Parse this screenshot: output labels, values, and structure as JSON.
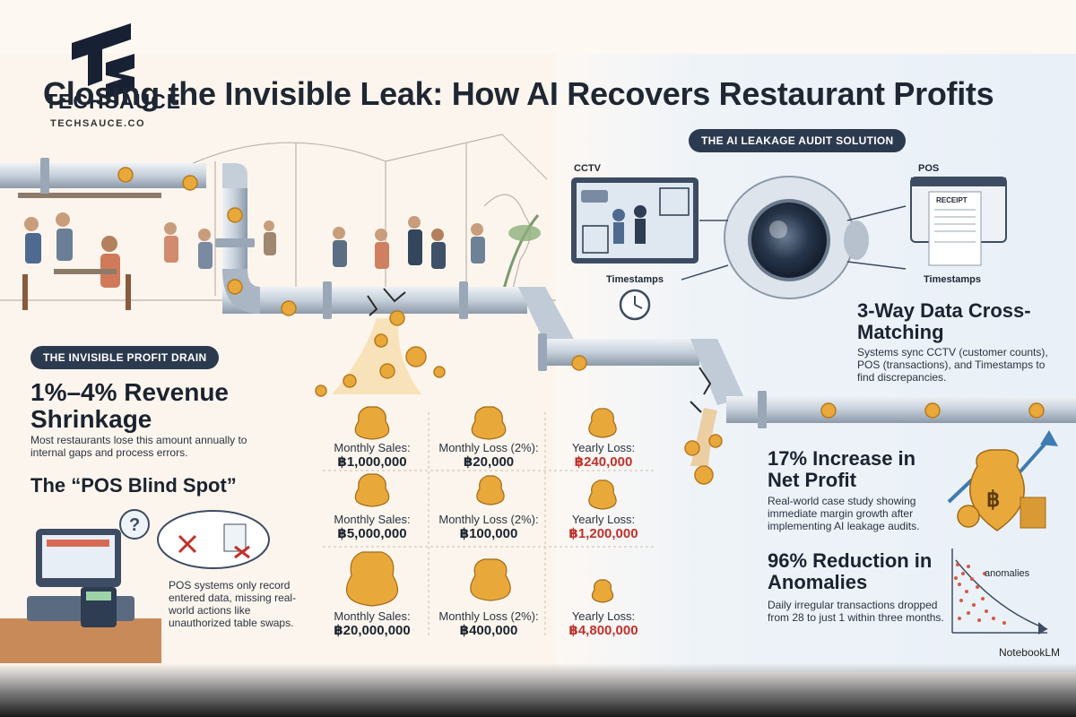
{
  "logo": {
    "word": "TECHSAUCE",
    "url": "TECHSAUCE.CO"
  },
  "title": "Closing the Invisible Leak: How AI Recovers Restaurant Profits",
  "left": {
    "badge": "THE INVISIBLE PROFIT DRAIN",
    "shrinkage_title": "1%–4% Revenue Shrinkage",
    "shrinkage_body": "Most restaurants lose this amount annually to internal gaps and process errors.",
    "blind_title": "The “POS Blind Spot”",
    "blind_body": "POS systems only record entered data, missing real-world actions like unauthorized table swaps."
  },
  "table": {
    "rows": [
      {
        "sales_label": "Monthly Sales:",
        "sales": "฿1,000,000",
        "loss_label": "Monthly Loss (2%):",
        "loss": "฿20,000",
        "yearly_label": "Yearly Loss:",
        "yearly": "฿240,000"
      },
      {
        "sales_label": "Monthly Sales:",
        "sales": "฿5,000,000",
        "loss_label": "Monthly Loss (2%):",
        "loss": "฿100,000",
        "yearly_label": "Yearly Loss:",
        "yearly": "฿1,200,000"
      },
      {
        "sales_label": "Monthly Sales:",
        "sales": "฿20,000,000",
        "loss_label": "Monthly Loss (2%):",
        "loss": "฿400,000",
        "yearly_label": "Yearly Loss:",
        "yearly": "฿4,800,000"
      }
    ]
  },
  "right": {
    "badge": "THE AI LEAKAGE AUDIT SOLUTION",
    "cctv_label": "CCTV",
    "pos_label": "POS",
    "receipt_label": "RECEIPT",
    "timestamps_left": "Timestamps",
    "timestamps_right": "Timestamps",
    "matching_title": "3-Way Data Cross-Matching",
    "matching_body": "Systems sync CCTV (customer counts), POS (transactions), and Timestamps to find discrepancies.",
    "profit_title": "17% Increase in Net Profit",
    "profit_body": "Real-world case study showing immediate margin growth after implementing AI leakage audits.",
    "anomaly_title": "96% Reduction in Anomalies",
    "anomaly_body": "Daily irregular transactions dropped from 28 to just 1 within three months.",
    "anomalies_label": "anomalies"
  },
  "credit": "NotebookLM",
  "colors": {
    "navy": "#2b3a4e",
    "gold": "#e9a83a",
    "red": "#c0312b",
    "pipe": "#c9d3de"
  }
}
